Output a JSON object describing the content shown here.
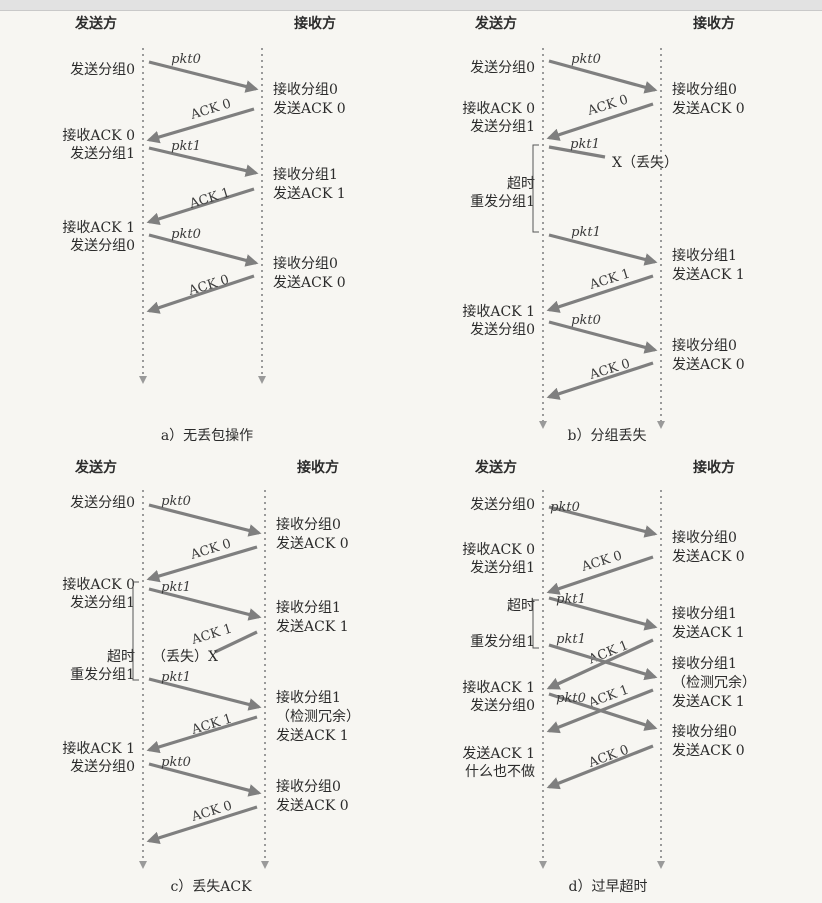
{
  "colors": {
    "arrow": "#7f7f7f",
    "timeline": "#9a9a9a",
    "text": "#2b2b2b",
    "background": "#f7f6f2"
  },
  "panels": [
    {
      "id": "a",
      "caption": "a）无丢包操作",
      "sender_header": "发送方",
      "receiver_header": "接收方",
      "sender_notes": [
        [
          "发送分组0"
        ],
        [
          "接收ACK 0",
          "发送分组1"
        ],
        [
          "接收ACK 1",
          "发送分组0"
        ]
      ],
      "receiver_notes": [
        [
          "接收分组0",
          "发送ACK 0"
        ],
        [
          "接收分组1",
          "发送ACK 1"
        ],
        [
          "接收分组0",
          "发送ACK 0"
        ]
      ],
      "messages": [
        {
          "label": "pkt0",
          "kind": "packet"
        },
        {
          "label": "ACK 0",
          "kind": "ack"
        },
        {
          "label": "pkt1",
          "kind": "packet"
        },
        {
          "label": "ACK 1",
          "kind": "ack"
        },
        {
          "label": "pkt0",
          "kind": "packet"
        },
        {
          "label": "ACK 0",
          "kind": "ack"
        }
      ]
    },
    {
      "id": "b",
      "caption": "b）分组丢失",
      "sender_header": "发送方",
      "receiver_header": "接收方",
      "sender_notes": [
        [
          "发送分组0"
        ],
        [
          "接收ACK 0",
          "发送分组1"
        ],
        [
          "超时",
          "重发分组1"
        ],
        [
          "接收ACK 1",
          "发送分组0"
        ]
      ],
      "receiver_notes": [
        [
          "接收分组0",
          "发送ACK 0"
        ],
        [
          "接收分组1",
          "发送ACK 1"
        ],
        [
          "接收分组0",
          "发送ACK 0"
        ]
      ],
      "loss_marks": [
        "X（丢失）"
      ],
      "messages": [
        {
          "label": "pkt0",
          "kind": "packet"
        },
        {
          "label": "ACK 0",
          "kind": "ack"
        },
        {
          "label": "pkt1",
          "kind": "packet",
          "lost": true
        },
        {
          "label": "pkt1",
          "kind": "packet"
        },
        {
          "label": "ACK 1",
          "kind": "ack"
        },
        {
          "label": "pkt0",
          "kind": "packet"
        },
        {
          "label": "ACK 0",
          "kind": "ack"
        }
      ]
    },
    {
      "id": "c",
      "caption": "c）丢失ACK",
      "sender_header": "发送方",
      "receiver_header": "接收方",
      "sender_notes": [
        [
          "发送分组0"
        ],
        [
          "接收ACK 0",
          "发送分组1"
        ],
        [
          "超时",
          "重发分组1"
        ],
        [
          "接收ACK 1",
          "发送分组0"
        ]
      ],
      "receiver_notes": [
        [
          "接收分组0",
          "发送ACK 0"
        ],
        [
          "接收分组1",
          "发送ACK 1"
        ],
        [
          "接收分组1",
          "（检测冗余）",
          "发送ACK 1"
        ],
        [
          "接收分组0",
          "发送ACK 0"
        ]
      ],
      "loss_marks": [
        "（丢失）X"
      ],
      "messages": [
        {
          "label": "pkt0",
          "kind": "packet"
        },
        {
          "label": "ACK 0",
          "kind": "ack"
        },
        {
          "label": "pkt1",
          "kind": "packet"
        },
        {
          "label": "ACK 1",
          "kind": "ack",
          "lost": true
        },
        {
          "label": "pkt1",
          "kind": "packet"
        },
        {
          "label": "ACK 1",
          "kind": "ack"
        },
        {
          "label": "pkt0",
          "kind": "packet"
        },
        {
          "label": "ACK 0",
          "kind": "ack"
        }
      ]
    },
    {
      "id": "d",
      "caption": "d）过早超时",
      "sender_header": "发送方",
      "receiver_header": "接收方",
      "sender_notes": [
        [
          "发送分组0"
        ],
        [
          "接收ACK 0",
          "发送分组1"
        ],
        [
          "超时"
        ],
        [
          "重发分组1"
        ],
        [
          "接收ACK 1",
          "发送分组0"
        ],
        [
          "发送ACK 1",
          "什么也不做"
        ]
      ],
      "receiver_notes": [
        [
          "接收分组0",
          "发送ACK 0"
        ],
        [
          "接收分组1",
          "发送ACK 1"
        ],
        [
          "接收分组1",
          "（检测冗余）",
          "发送ACK 1"
        ],
        [
          "接收分组0",
          "发送ACK 0"
        ]
      ],
      "messages": [
        {
          "label": "pkt0",
          "kind": "packet"
        },
        {
          "label": "ACK 0",
          "kind": "ack"
        },
        {
          "label": "pkt1",
          "kind": "packet"
        },
        {
          "label": "ACK 1",
          "kind": "ack"
        },
        {
          "label": "pkt1",
          "kind": "packet"
        },
        {
          "label": "ACK 1",
          "kind": "ack"
        },
        {
          "label": "pkt0",
          "kind": "packet"
        },
        {
          "label": "ACK 0",
          "kind": "ack"
        }
      ]
    }
  ]
}
